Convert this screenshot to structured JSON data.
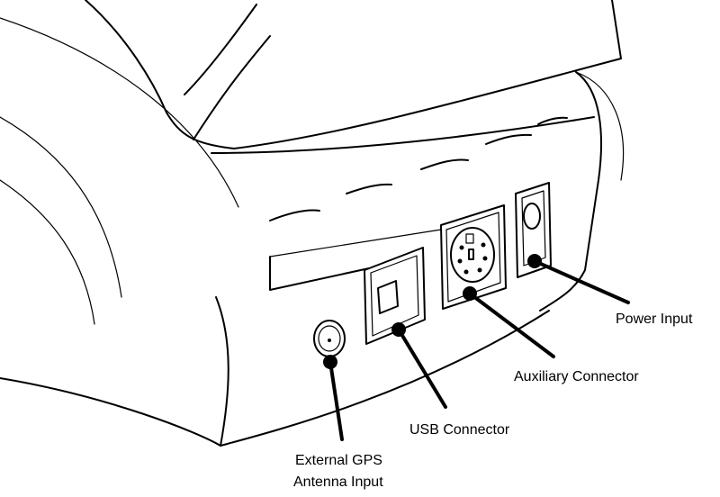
{
  "labels": {
    "power_input": "Power Input",
    "auxiliary_connector": "Auxiliary Connector",
    "usb_connector": "USB Connector",
    "gps_line1": "External GPS",
    "gps_line2": "Antenna Input"
  },
  "colors": {
    "ink": "#000000",
    "background": "#ffffff"
  }
}
